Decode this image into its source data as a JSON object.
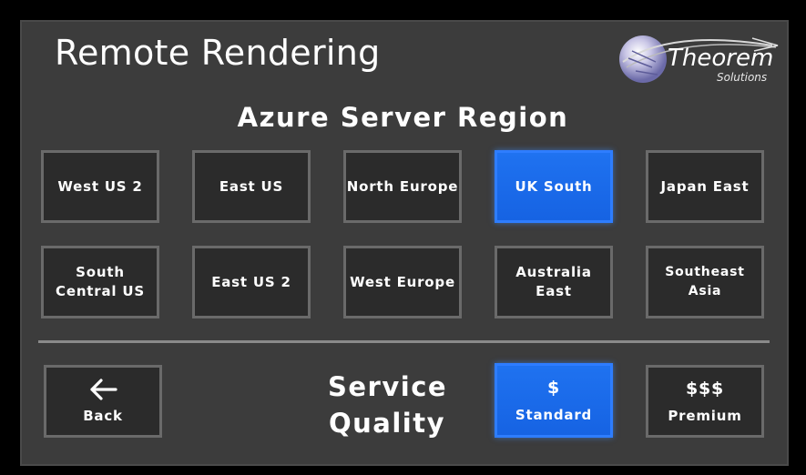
{
  "header": {
    "title": "Remote Rendering",
    "logo_name": "Theorem",
    "logo_sub": "Solutions"
  },
  "region": {
    "heading": "Azure Server Region",
    "selected": "UK South",
    "buttons": [
      {
        "label": "West US 2"
      },
      {
        "label": "East US"
      },
      {
        "label": "North Europe"
      },
      {
        "label": "UK South"
      },
      {
        "label": "Japan East"
      },
      {
        "label": "South Central US"
      },
      {
        "label": "East US 2"
      },
      {
        "label": "West Europe"
      },
      {
        "label": "Australia East"
      },
      {
        "label": "Southeast Asia"
      }
    ]
  },
  "footer": {
    "back_label": "Back",
    "back_icon": "arrow-left-icon",
    "quality_label_line1": "Service",
    "quality_label_line2": "Quality",
    "standard_symbol": "$",
    "standard_label": "Standard",
    "premium_symbol": "$$$",
    "premium_label": "Premium",
    "selected_quality": "Standard"
  },
  "colors": {
    "panel": "#3c3c3c",
    "button": "#2b2b2b",
    "accent": "#1f72f0"
  }
}
